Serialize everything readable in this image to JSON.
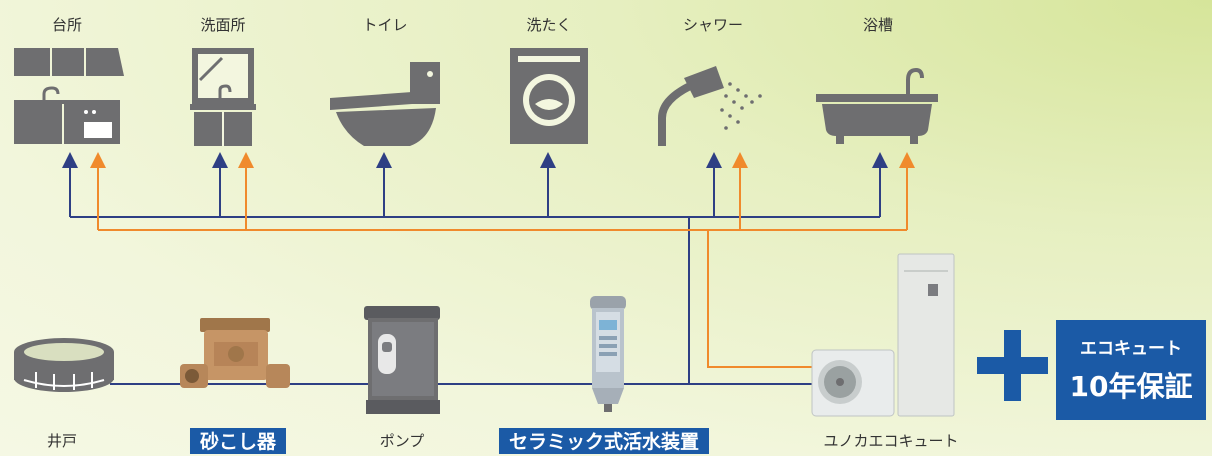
{
  "fixtures": [
    {
      "label": "台所",
      "icon": "kitchen-icon"
    },
    {
      "label": "洗面所",
      "icon": "washbasin-icon"
    },
    {
      "label": "トイレ",
      "icon": "toilet-icon"
    },
    {
      "label": "洗たく",
      "icon": "washing-machine-icon"
    },
    {
      "label": "シャワー",
      "icon": "shower-icon"
    },
    {
      "label": "浴槽",
      "icon": "bathtub-icon"
    }
  ],
  "equipment": [
    {
      "label": "井戸",
      "icon": "well-icon"
    },
    {
      "label": "砂こし器",
      "icon": "sand-filter-icon",
      "highlight": true
    },
    {
      "label": "ポンプ",
      "icon": "pump-icon"
    },
    {
      "label": "セラミック式活水装置",
      "icon": "ceramic-water-activator-icon",
      "highlight": true
    },
    {
      "label": "ユノカエコキュート",
      "icon": "ecocute-icon"
    }
  ],
  "warranty": {
    "line1": "エコキュート",
    "line2": "10年保証"
  },
  "colors": {
    "cold_pipe": "#2e3f84",
    "hot_pipe": "#f08a2c",
    "icon_gray": "#6e6e70",
    "badge_blue": "#1b5aa6"
  }
}
